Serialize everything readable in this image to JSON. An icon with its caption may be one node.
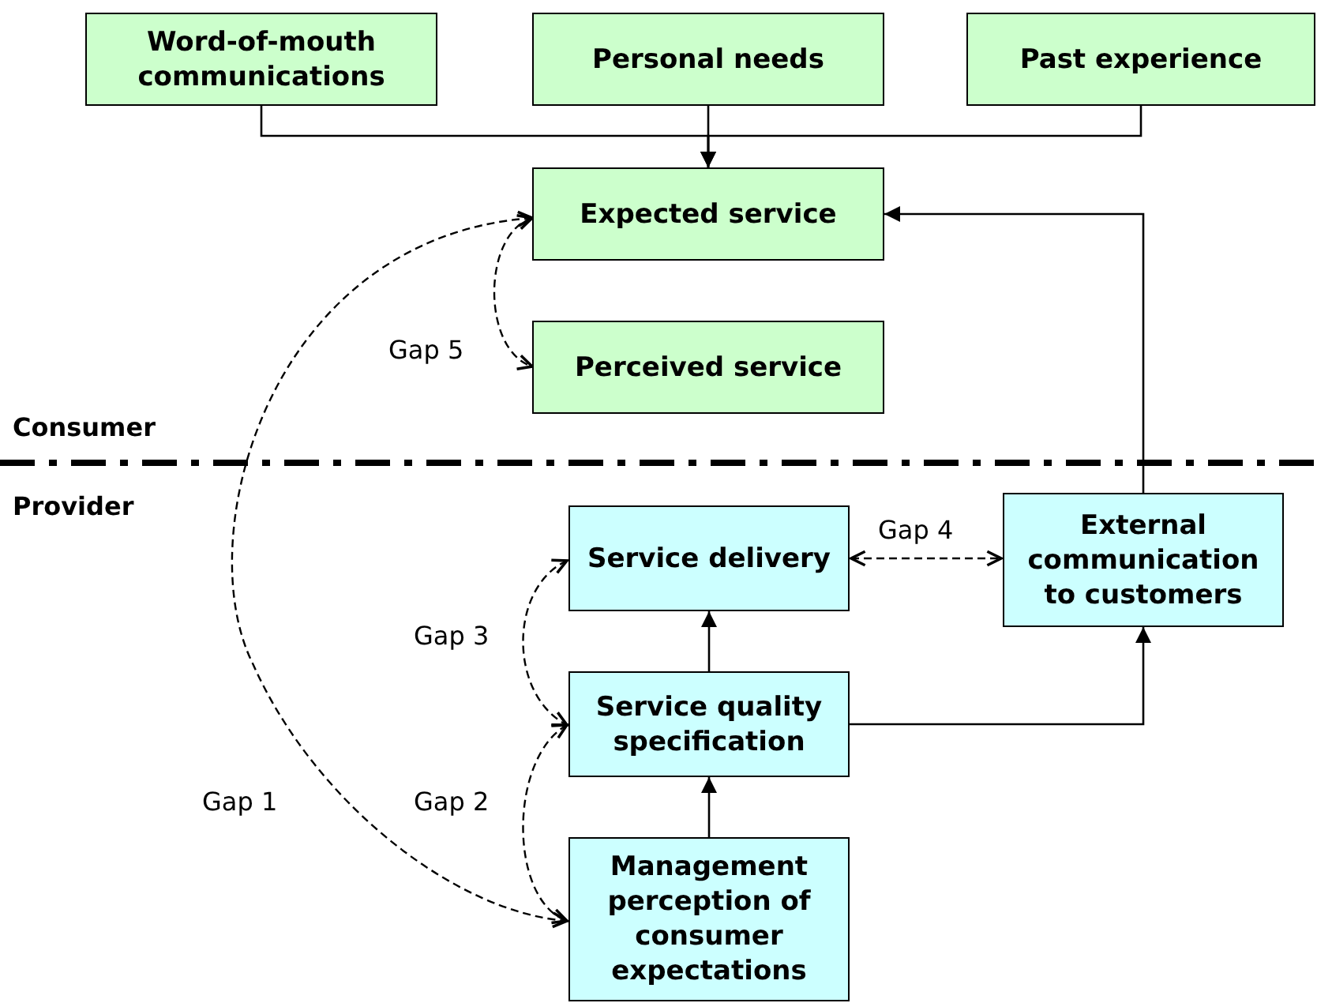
{
  "diagram": {
    "nodes": [
      {
        "text": [
          "Word-of-mouth communications"
        ]
      },
      {
        "text": [
          "Personal needs"
        ]
      },
      {
        "text": [
          "Past experience"
        ]
      },
      {
        "text": [
          "Expected service"
        ]
      },
      {
        "text": [
          "Perceived service"
        ]
      },
      {
        "text": [
          "Service delivery"
        ]
      },
      {
        "text": [
          "External communication to customers"
        ]
      },
      {
        "text": [
          "Service quality specification"
        ]
      },
      {
        "text": [
          "Management perception of consumer expectations"
        ]
      }
    ],
    "edges": [
      {
        "from": 0,
        "to": 3,
        "arrow": "to"
      },
      {
        "from": 1,
        "to": 3,
        "arrow": "to"
      },
      {
        "from": 2,
        "to": 3,
        "arrow": "to"
      },
      {
        "from": 6,
        "to": 3,
        "arrow": "to"
      },
      {
        "from": 7,
        "to": 5,
        "arrow": "to"
      },
      {
        "from": 8,
        "to": 7,
        "arrow": "to"
      },
      {
        "from": 7,
        "to": 6,
        "arrow": "to"
      },
      {
        "from": 3,
        "to": 4,
        "arrow": "both",
        "style": "dashed",
        "label": "Gap 5"
      },
      {
        "from": 3,
        "to": 8,
        "arrow": "both",
        "style": "dashed",
        "label": "Gap 1"
      },
      {
        "from": 5,
        "to": 6,
        "arrow": "both",
        "style": "dashed",
        "label": "Gap 4"
      },
      {
        "from": 5,
        "to": 7,
        "arrow": "both",
        "style": "dashed",
        "label": "Gap 3"
      },
      {
        "from": 7,
        "to": 8,
        "arrow": "both",
        "style": "dashed",
        "label": "Gap 2"
      }
    ],
    "labels": [
      "Consumer",
      "Provider"
    ]
  }
}
